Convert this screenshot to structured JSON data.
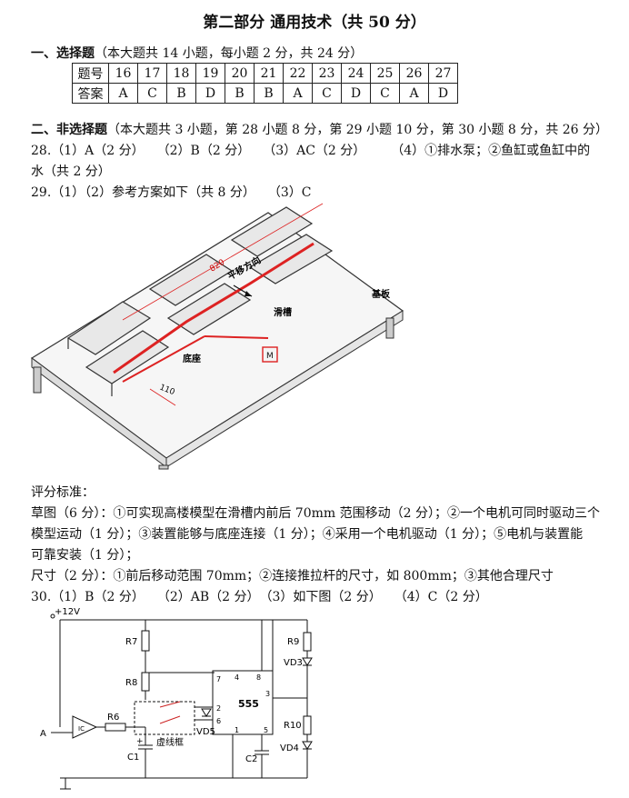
{
  "title": "第二部分 通用技术（共 50 分）",
  "part1": {
    "heading": "一、选择题",
    "desc": "（本大题共 14 小题，每小题 2 分，共 24 分）",
    "row_label_no": "题号",
    "row_label_ans": "答案",
    "numbers": [
      "16",
      "17",
      "18",
      "19",
      "20",
      "21",
      "22",
      "23",
      "24",
      "25",
      "26",
      "27"
    ],
    "answers": [
      "A",
      "C",
      "B",
      "D",
      "B",
      "B",
      "A",
      "C",
      "D",
      "C",
      "A",
      "D"
    ]
  },
  "part2": {
    "heading": "二、非选择题",
    "desc": "（本大题共 3 小题，第 28 小题 8 分，第 29 小题 10 分，第 30 小题 8 分，共 26 分）"
  },
  "q28": {
    "line1": "28.（1）A（2 分）　　（2）B（2 分）　　（3）AC（2 分）　　　（4）①排水泵；②鱼缸或鱼缸中的",
    "line2": "水（共 2 分）"
  },
  "q29": {
    "line": "29.（1）（2）参考方案如下（共 8 分）　　（3）C"
  },
  "figure29": {
    "dim_long": "820",
    "dim_short": "110",
    "label_direction": "平移方向",
    "label_slot": "滑槽",
    "label_base_plate": "基板",
    "label_base": "底座",
    "label_motor": "M"
  },
  "grading": {
    "heading": "评分标准：",
    "line1": "草图（6 分）：①可实现高楼模型在滑槽内前后 70mm 范围移动（2 分）；②一个电机可同时驱动三个",
    "line2": "模型运动（1 分）；③装置能够与底座连接（1 分）；④采用一个电机驱动（1 分）；⑤电机与装置能",
    "line3": "可靠安装（1 分）；",
    "line4": "尺寸（2 分）：①前后移动范围 70mm；②连接推拉杆的尺寸，如 800mm；③其他合理尺寸"
  },
  "q30": {
    "line": "30.（1）B（2 分）　　（2）AB（2 分）　（3）如下图（2 分）　　（4）C（2 分）"
  },
  "circuit": {
    "supply": "+12V",
    "r7": "R7",
    "r8": "R8",
    "r6": "R6",
    "r9": "R9",
    "r10": "R10",
    "vd3": "VD3",
    "vd4": "VD4",
    "vd5": "VD5",
    "c1": "C1",
    "c2": "C2",
    "ic": "555",
    "comparator": "IC",
    "input": "A",
    "dashed_box": "虚线框",
    "pin7": "7",
    "pin4": "4",
    "pin8": "8",
    "pin2": "2",
    "pin6": "6",
    "pin1": "1",
    "pin5": "5",
    "pin3": "3",
    "plus": "+"
  }
}
